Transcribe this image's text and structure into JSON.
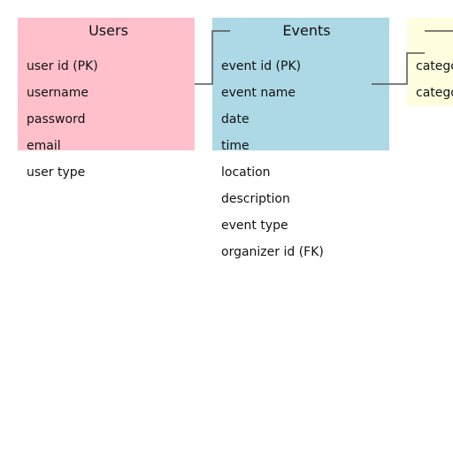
{
  "colors": {
    "users": "#ffc0cb",
    "events": "#add8e6",
    "categories": "#ffffe0",
    "connector": "#555555",
    "text": "#111111"
  },
  "users": {
    "title": "Users",
    "fields": [
      "user id (PK)",
      "username",
      "password",
      "email",
      "user type"
    ]
  },
  "events": {
    "title": "Events",
    "fields": [
      "event id (PK)",
      "event name",
      "date",
      "time",
      "location",
      "description",
      "event type",
      "organizer id (FK)"
    ]
  },
  "categories": {
    "title": "",
    "fields": [
      "catego",
      "catego"
    ]
  }
}
